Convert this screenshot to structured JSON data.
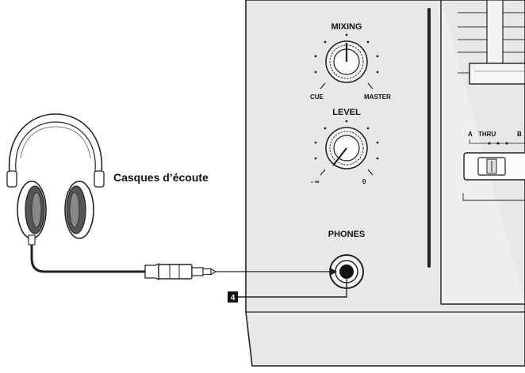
{
  "labels": {
    "headphones": "Casques d’écoute",
    "mixing": "MIXING",
    "cue": "CUE",
    "master": "MASTER",
    "level": "LEVEL",
    "level_min": "- ∞",
    "level_max": "0",
    "phones": "PHONES",
    "switch_a": "A",
    "switch_thru": "THRU",
    "switch_b": "B",
    "callout": "4"
  },
  "colors": {
    "panel": "#e6e6e6",
    "panel_right": "#ededed",
    "stroke": "#222222",
    "callout_bg": "#111111"
  }
}
